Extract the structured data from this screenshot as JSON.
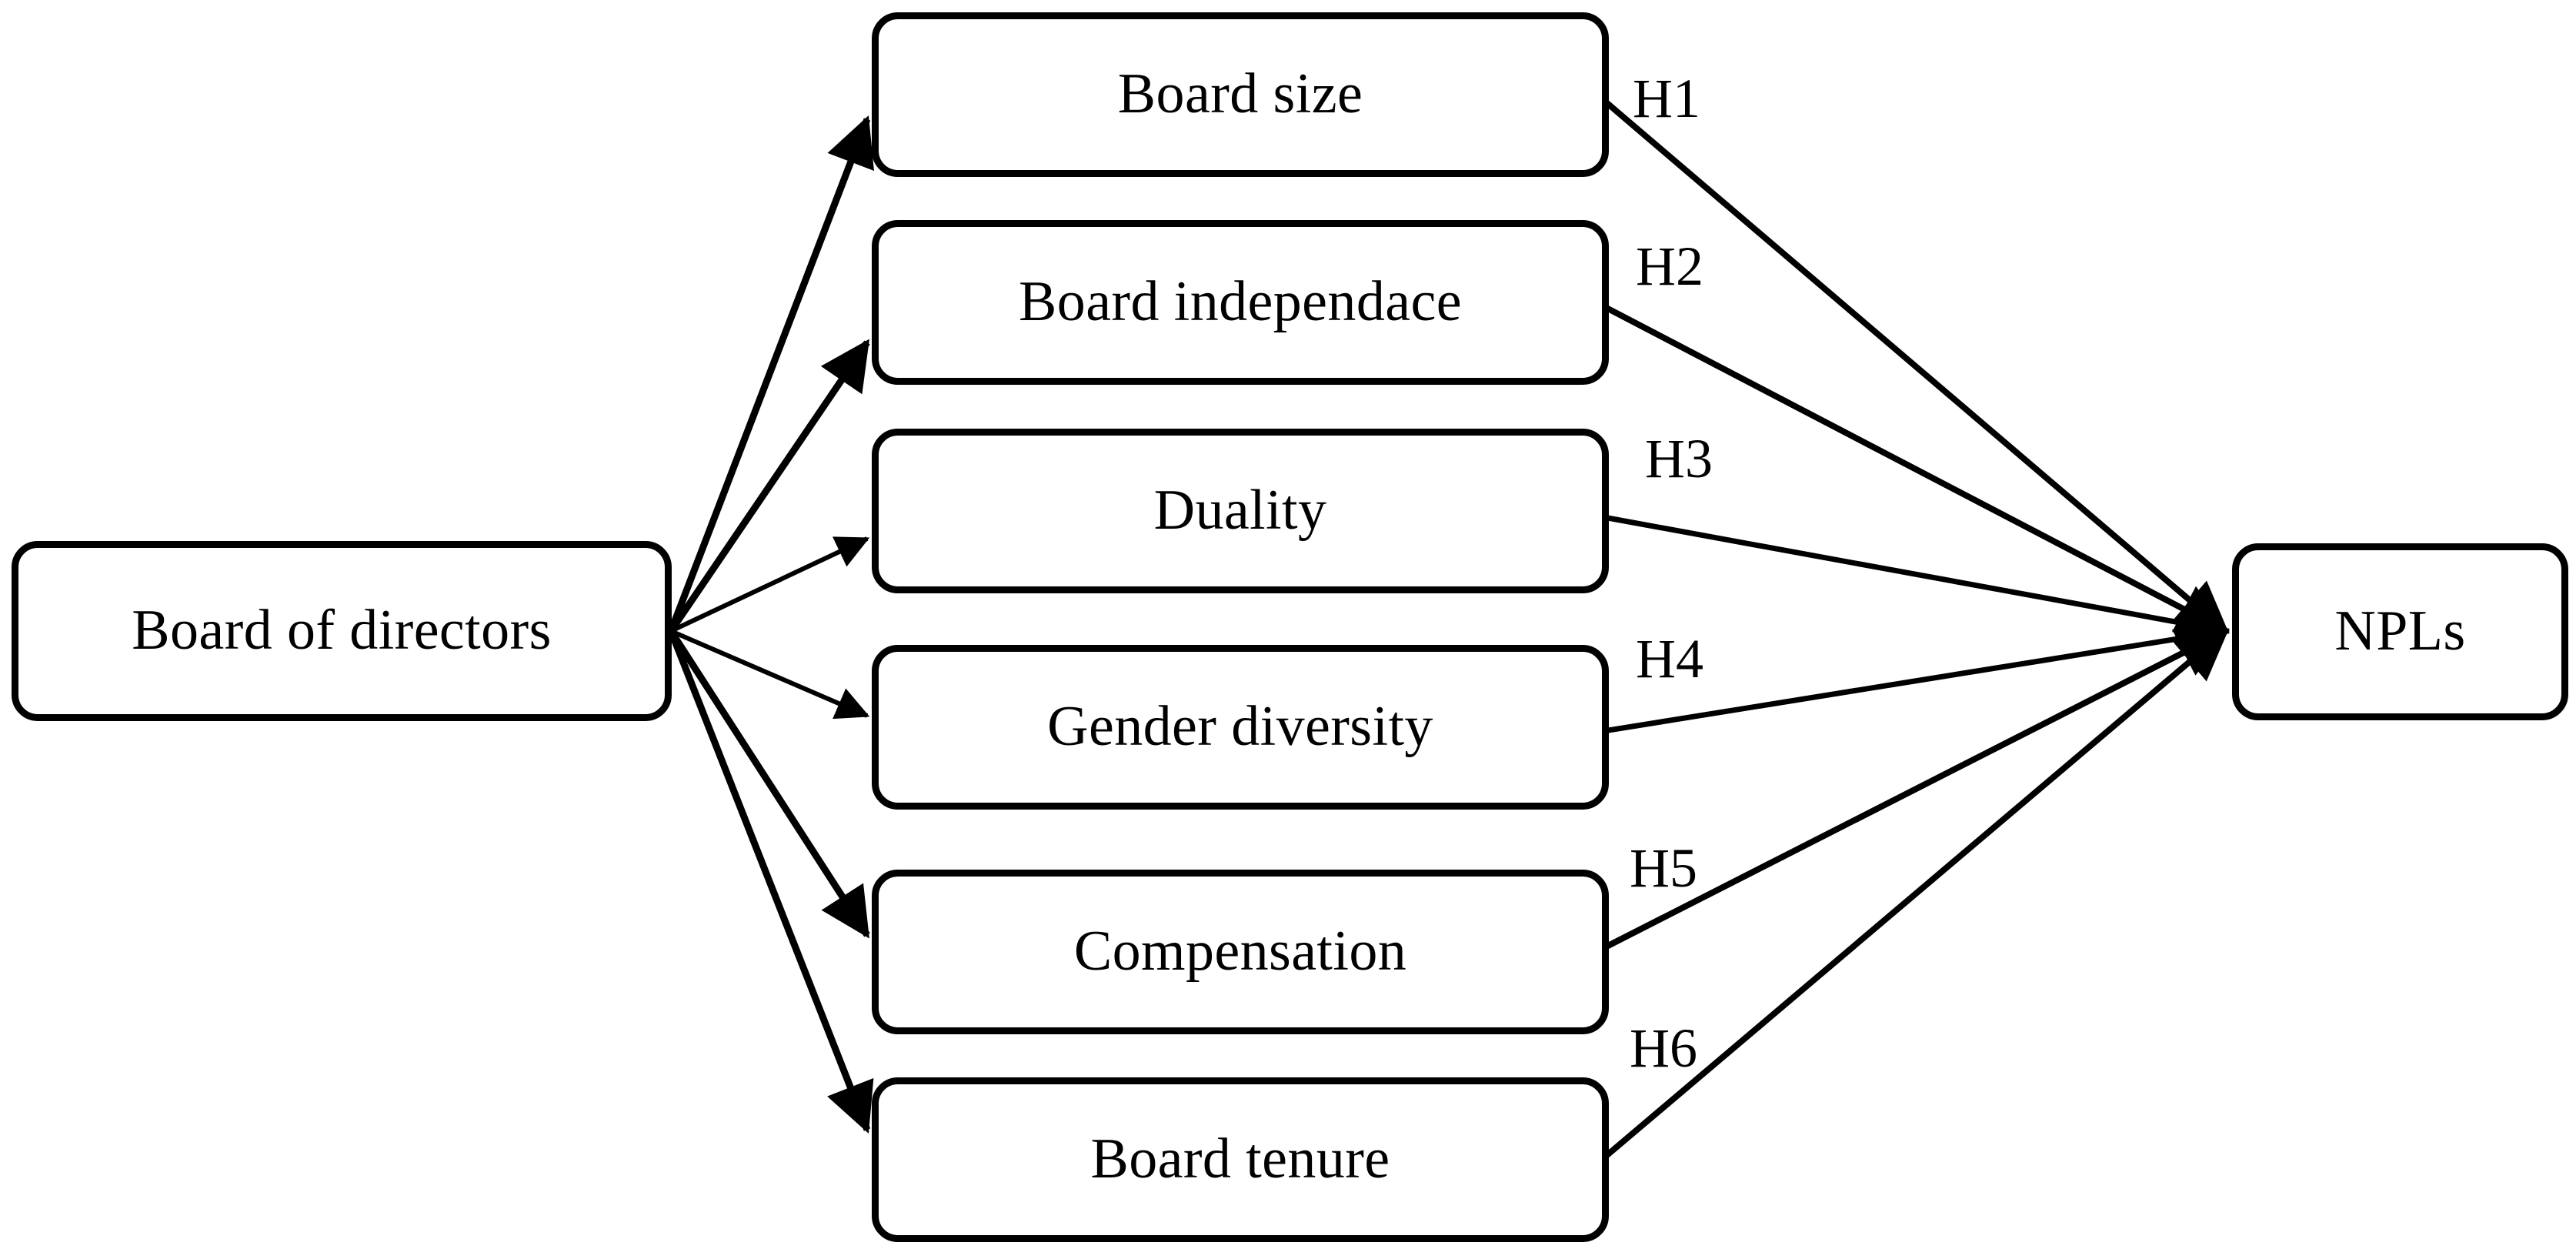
{
  "diagram": {
    "type": "conceptual-framework",
    "background_color": "#ffffff",
    "line_color": "#000000",
    "box_border_color": "#000000",
    "box_fill_color": "#ffffff",
    "source": {
      "id": "board-of-directors",
      "label": "Board of directors"
    },
    "mediators": [
      {
        "id": "board-size",
        "label": "Board size"
      },
      {
        "id": "board-independace",
        "label": "Board independace"
      },
      {
        "id": "duality",
        "label": "Duality"
      },
      {
        "id": "gender-diversity",
        "label": "Gender diversity"
      },
      {
        "id": "compensation",
        "label": "Compensation"
      },
      {
        "id": "board-tenure",
        "label": "Board tenure"
      }
    ],
    "outcome": {
      "id": "npls",
      "label": "NPLs"
    },
    "hypotheses": [
      {
        "id": "h1",
        "label": "H1",
        "from": "board-size",
        "to": "npls"
      },
      {
        "id": "h2",
        "label": "H2",
        "from": "board-independace",
        "to": "npls"
      },
      {
        "id": "h3",
        "label": "H3",
        "from": "duality",
        "to": "npls"
      },
      {
        "id": "h4",
        "label": "H4",
        "from": "gender-diversity",
        "to": "npls"
      },
      {
        "id": "h5",
        "label": "H5",
        "from": "compensation",
        "to": "npls"
      },
      {
        "id": "h6",
        "label": "H6",
        "from": "board-tenure",
        "to": "npls"
      }
    ]
  }
}
